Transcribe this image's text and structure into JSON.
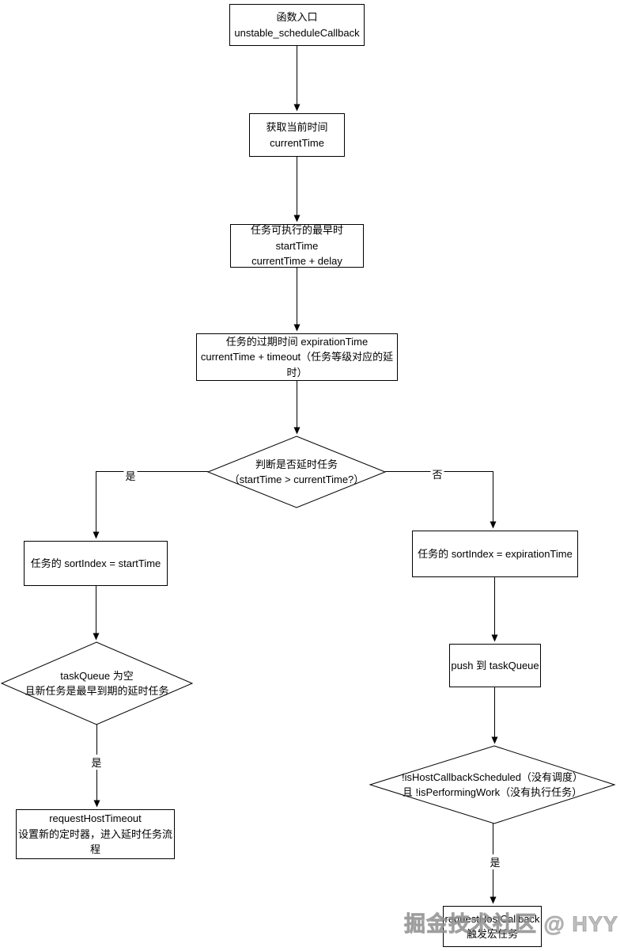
{
  "colors": {
    "line": "#000000",
    "node_fill": "#ffffff",
    "watermark": "#aaaaaa"
  },
  "watermark": "掘金技术社区 @ HYY",
  "flowchart": {
    "nodes": {
      "entry": {
        "line1": "函数入口",
        "line2": "unstable_scheduleCallback"
      },
      "get_time": {
        "line1": "获取当前时间",
        "line2": "currentTime"
      },
      "start_time": {
        "line1": "任务可执行的最早时 startTime",
        "line2": "currentTime + delay"
      },
      "expiration_time": {
        "line1": "任务的过期时间 expirationTime",
        "line2": "currentTime + timeout（任务等级对应的延时）"
      },
      "is_delayed_decision": {
        "line1": "判断是否延时任务",
        "line2": "（startTime > currentTime?）"
      },
      "sort_index_start": {
        "line1": "任务的 sortIndex = startTime"
      },
      "task_queue_empty_decision": {
        "line1": "taskQueue 为空",
        "line2": "且新任务是最早到期的延时任务"
      },
      "request_host_timeout": {
        "line1": "requestHostTimeout",
        "line2": "设置新的定时器，进入延时任务流程"
      },
      "sort_index_expiration": {
        "line1": "任务的 sortIndex = expirationTime"
      },
      "push_task_queue": {
        "line1": "push 到 taskQueue"
      },
      "not_scheduled_decision": {
        "line1": "!isHostCallbackScheduled（没有调度）",
        "line2": "且 !isPerformingWork（没有执行任务）"
      },
      "request_host_callback": {
        "line1": "requestHostCallback",
        "line2": "触发宏任务"
      }
    },
    "edge_labels": {
      "yes": "是",
      "no": "否"
    }
  }
}
